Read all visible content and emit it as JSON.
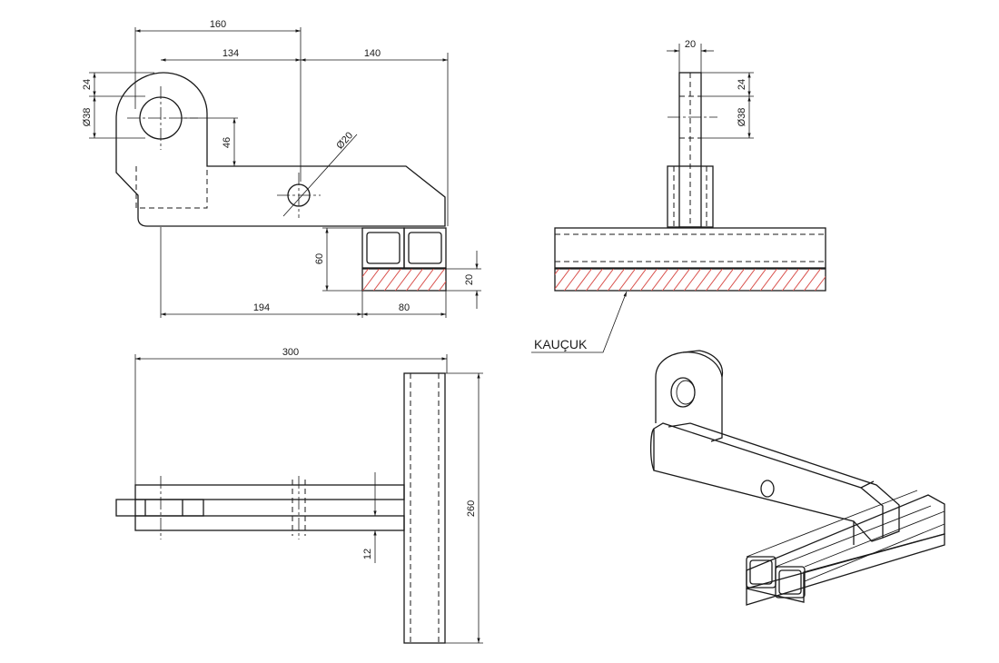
{
  "dimensions": {
    "d160": "160",
    "d134": "134",
    "d140": "140",
    "d24_left": "24",
    "d38_left": "Ø38",
    "d46": "46",
    "d20_hole": "Ø20",
    "d60": "60",
    "d20_rubber": "20",
    "d194": "194",
    "d80": "80",
    "d20_side": "20",
    "d24_side": "24",
    "d38_side": "Ø38",
    "d300": "300",
    "d260": "260",
    "d12": "12"
  },
  "labels": {
    "rubber": "KAUÇUK"
  }
}
